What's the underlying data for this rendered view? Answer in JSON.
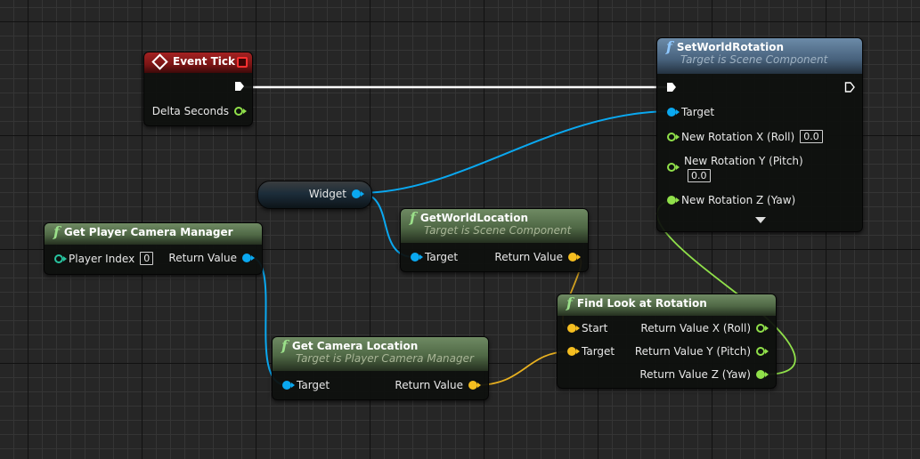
{
  "graph": {
    "colors": {
      "exec": "#ffffff",
      "object": "#0aa8f0",
      "vector": "#f5be20",
      "float": "#90e04a",
      "int": "#28c4a0",
      "event_header": "#a42222",
      "pure_header": "#5a7450",
      "impure_header": "#4f6d8a"
    },
    "nodes": {
      "event_tick": {
        "title": "Event Tick",
        "icon": "event-diamond-icon",
        "pins": {
          "exec_out": "",
          "delta_seconds": "Delta Seconds"
        }
      },
      "set_world_rotation": {
        "title": "SetWorldRotation",
        "subtitle": "Target is Scene Component",
        "icon": "function-icon",
        "pins": {
          "target": "Target",
          "new_rot_x": "New Rotation X (Roll)",
          "new_rot_x_value": "0.0",
          "new_rot_y": "New Rotation Y (Pitch)",
          "new_rot_y_value": "0.0",
          "new_rot_z": "New Rotation Z (Yaw)"
        },
        "expand_icon": "triangle-down-icon"
      },
      "widget_var": {
        "label": "Widget"
      },
      "get_player_camera_manager": {
        "title": "Get Player Camera Manager",
        "icon": "function-icon",
        "pins": {
          "player_index": "Player Index",
          "player_index_value": "0",
          "return_value": "Return Value"
        }
      },
      "get_world_location": {
        "title": "GetWorldLocation",
        "subtitle": "Target is Scene Component",
        "icon": "function-icon",
        "pins": {
          "target": "Target",
          "return_value": "Return Value"
        }
      },
      "get_camera_location": {
        "title": "Get Camera Location",
        "subtitle": "Target is Player Camera Manager",
        "icon": "function-icon",
        "pins": {
          "target": "Target",
          "return_value": "Return Value"
        }
      },
      "find_look_at_rotation": {
        "title": "Find Look at Rotation",
        "icon": "function-icon",
        "pins": {
          "start": "Start",
          "target": "Target",
          "ret_x": "Return Value X (Roll)",
          "ret_y": "Return Value Y (Pitch)",
          "ret_z": "Return Value Z (Yaw)"
        }
      }
    }
  }
}
